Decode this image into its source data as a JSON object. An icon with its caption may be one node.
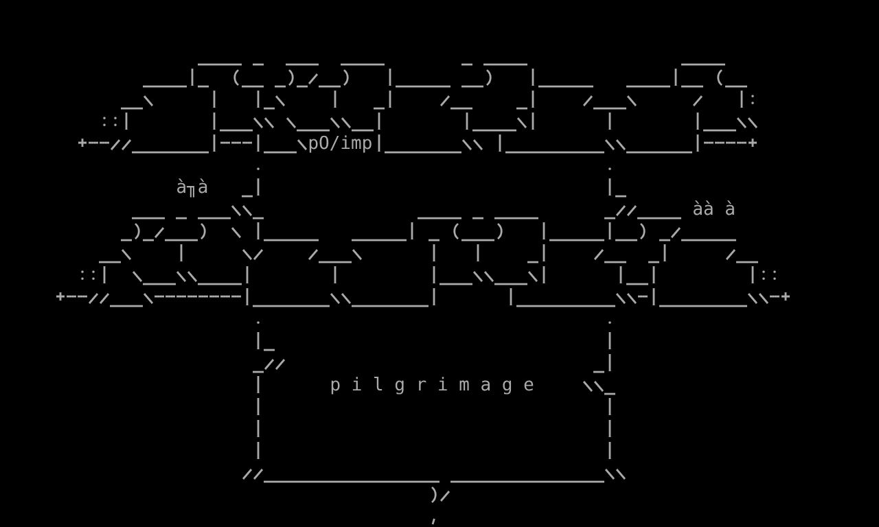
{
  "diagram": {
    "labels": [
      "pO/imp",
      "à╖à",
      "àà à",
      "p i l g r i m a g e"
    ]
  }
}
